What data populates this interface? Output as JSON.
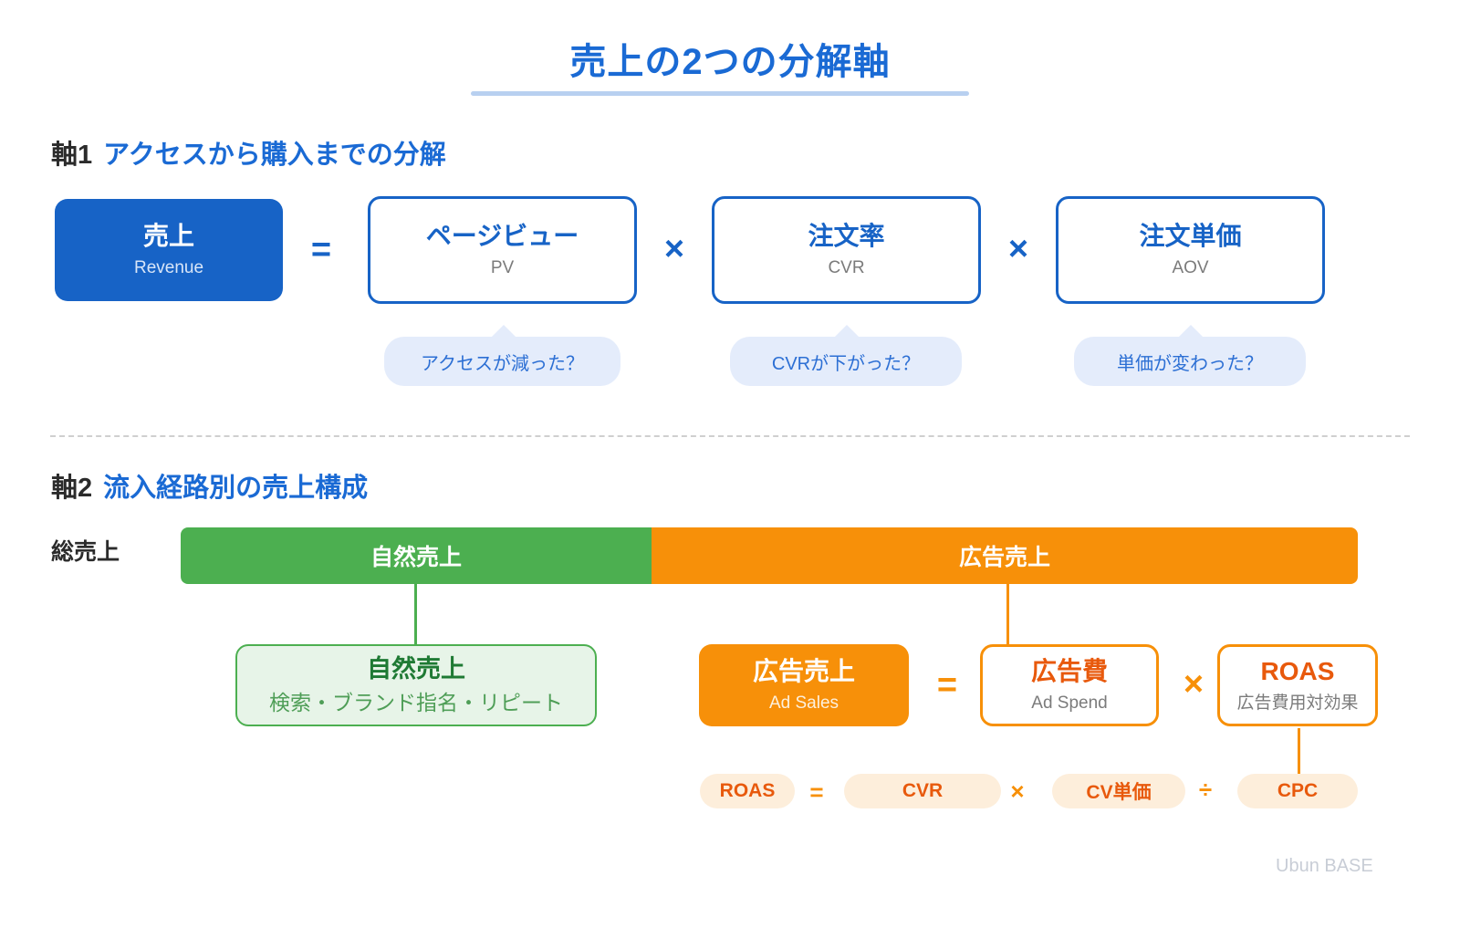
{
  "page": {
    "title": "売上の2つの分解軸",
    "watermark": "Ubun BASE",
    "colors": {
      "brand_blue": "#1763c6",
      "title_blue": "#1a6ad4",
      "green": "#4caf50",
      "orange": "#f79009",
      "orange_text": "#e8590c",
      "bubble_bg": "#e4ecfb",
      "pill_bg": "#fdeedb"
    }
  },
  "axis1": {
    "number": "軸1",
    "heading": "アクセスから購入までの分解",
    "result_box": {
      "title": "売上",
      "sub": "Revenue"
    },
    "equals": "=",
    "factors": [
      {
        "title": "ページビュー",
        "sub": "PV"
      },
      {
        "title": "注文率",
        "sub": "CVR"
      },
      {
        "title": "注文単価",
        "sub": "AOV"
      }
    ],
    "operators": [
      "×",
      "×"
    ],
    "bubbles": [
      "アクセスが減った？",
      "CVRが下がった？",
      "単価が変わった？"
    ]
  },
  "axis2": {
    "number": "軸2",
    "heading": "流入経路別の売上構成",
    "total_label": "総売上",
    "bar_segments": [
      {
        "label": "自然売上",
        "color": "#4caf50",
        "share_percent": 40
      },
      {
        "label": "広告売上",
        "color": "#f79009",
        "share_percent": 60
      }
    ],
    "organic_detail": {
      "title": "自然売上",
      "sub": "検索・ブランド指名・リピート"
    },
    "ad_breakdown": {
      "result_box": {
        "title": "広告売上",
        "sub": "Ad Sales"
      },
      "equals": "=",
      "multiply": "×",
      "factors": [
        {
          "title": "広告費",
          "sub": "Ad Spend"
        },
        {
          "title": "ROAS",
          "sub": "広告費用対効果"
        }
      ]
    },
    "roas_formula": {
      "terms": [
        "ROAS",
        "CVR",
        "CV単価",
        "CPC"
      ],
      "operators": [
        "=",
        "×",
        "÷"
      ]
    }
  }
}
